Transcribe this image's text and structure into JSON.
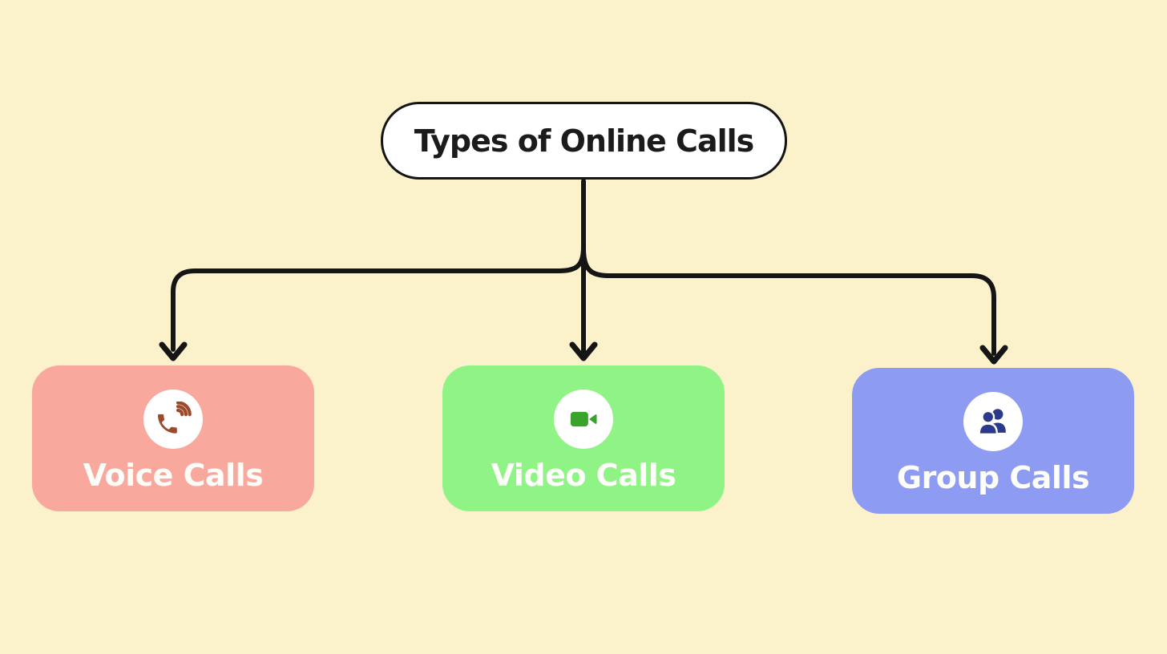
{
  "diagram": {
    "title": "Types of Online Calls",
    "nodes": [
      {
        "id": "voice",
        "label": "Voice Calls",
        "box_color": "#f8a89d",
        "icon": "phone-volume-icon",
        "icon_color": "#9c4a2b"
      },
      {
        "id": "video",
        "label": "Video Calls",
        "box_color": "#90f385",
        "icon": "video-camera-icon",
        "icon_color": "#3aa32b"
      },
      {
        "id": "group",
        "label": "Group Calls",
        "box_color": "#8d9bf3",
        "icon": "group-people-icon",
        "icon_color": "#2b3a8a"
      }
    ],
    "colors": {
      "background": "#fbf1cb",
      "connector": "#151515",
      "title_text": "#1b1b1b",
      "title_bg": "#ffffff",
      "node_text": "#fdfdfa",
      "icon_circle_bg": "#ffffff"
    }
  }
}
